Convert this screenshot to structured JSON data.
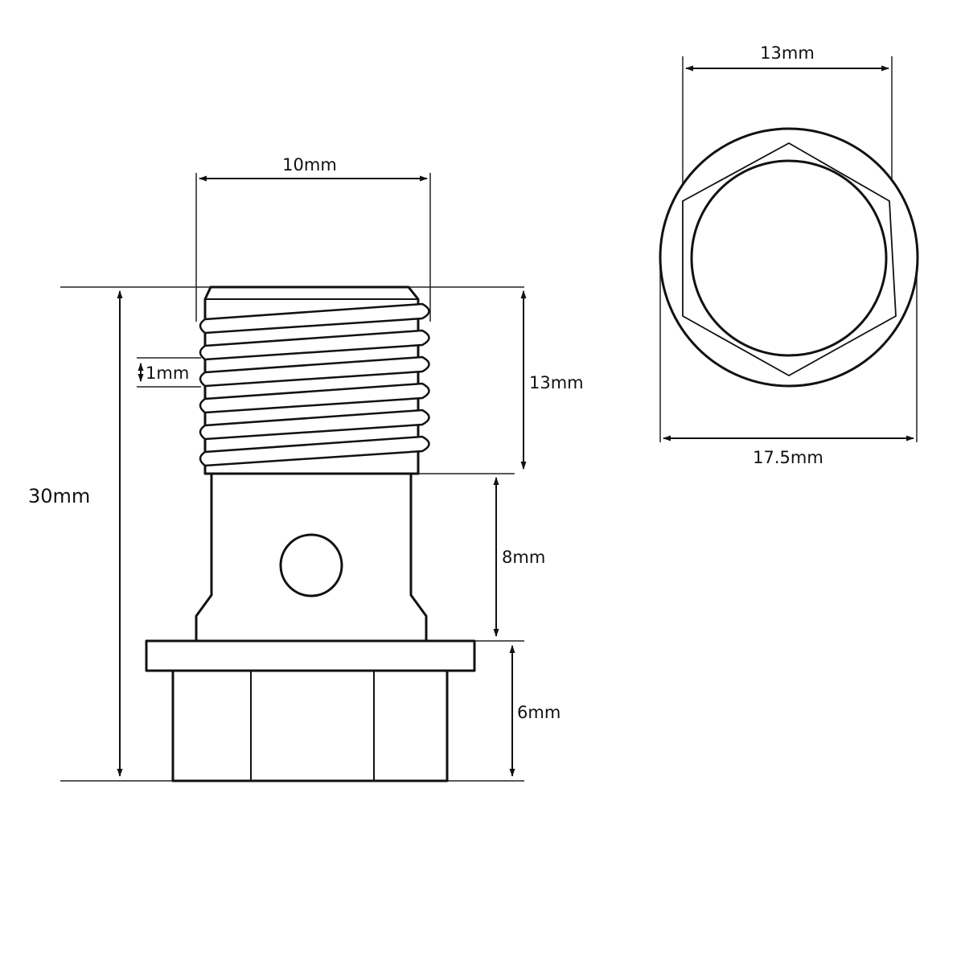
{
  "side_view": {
    "thread_diameter": "10mm",
    "thread_pitch": "1mm",
    "thread_length": "13mm",
    "neck_length": "8mm",
    "head_height": "6mm",
    "overall_length": "30mm"
  },
  "top_view": {
    "hex_size": "13mm",
    "flange_diameter": "17.5mm"
  }
}
